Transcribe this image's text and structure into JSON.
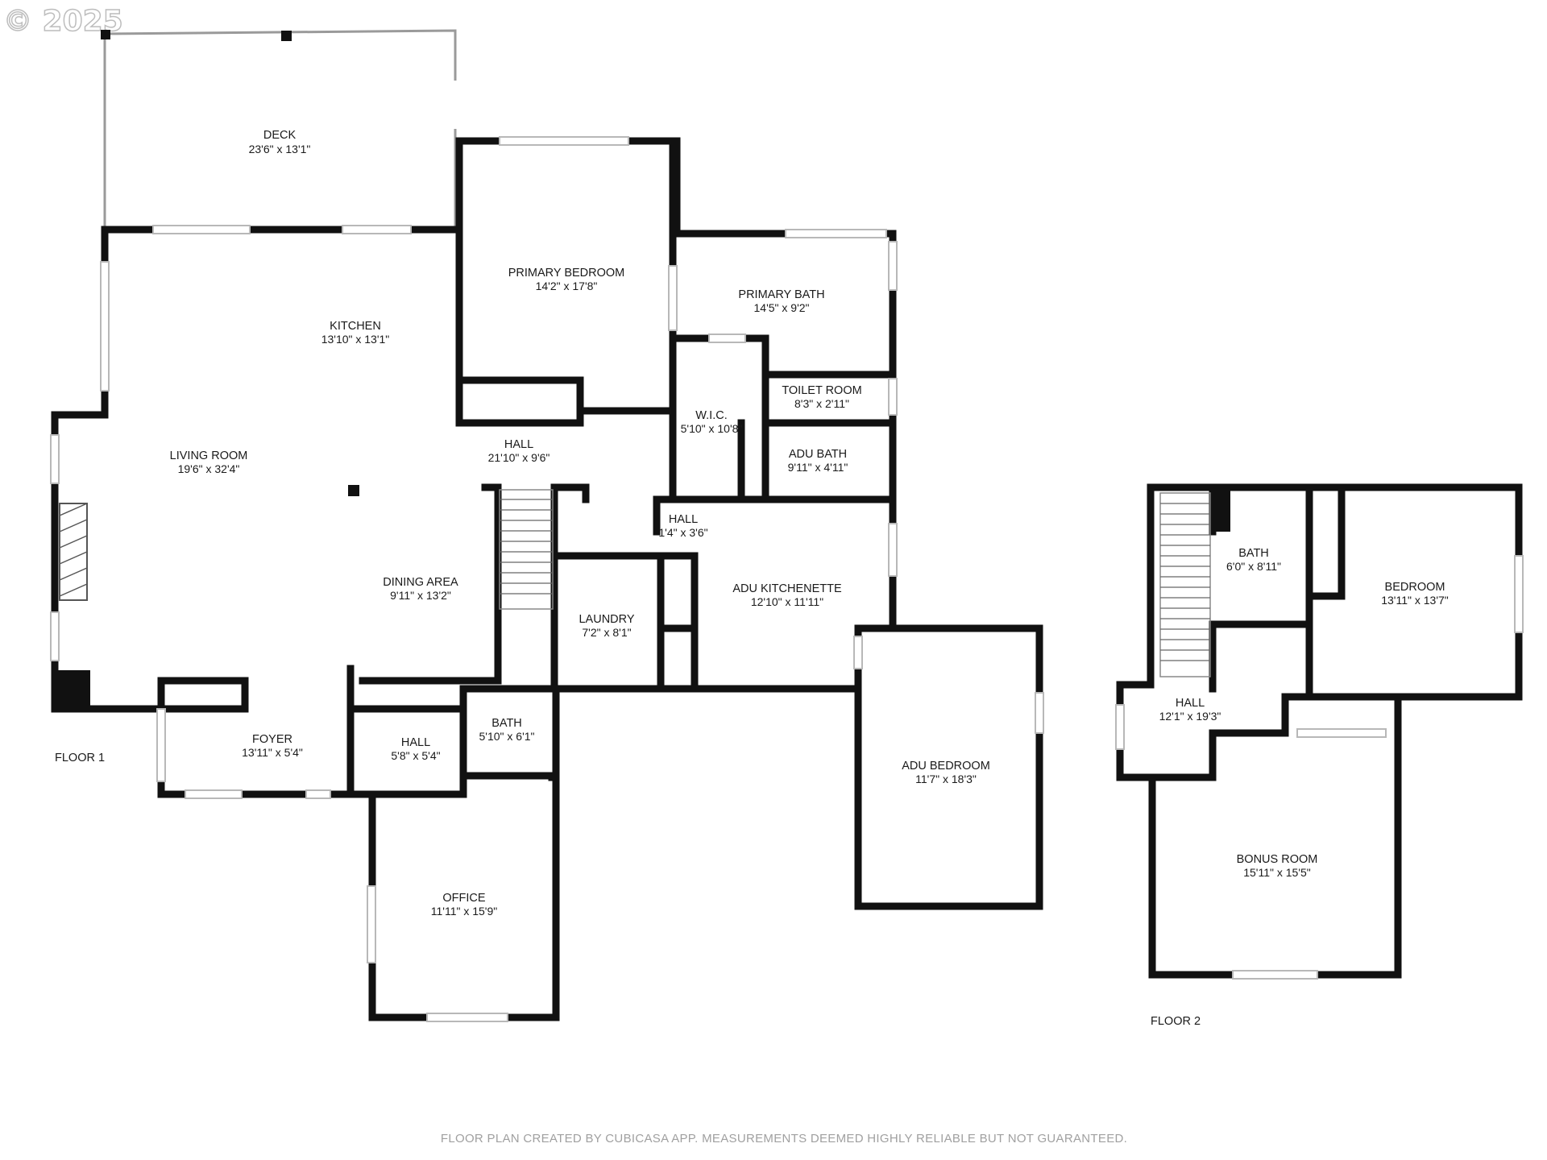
{
  "watermark": "© 2025",
  "footer": "FLOOR PLAN CREATED BY CUBICASA APP. MEASUREMENTS DEEMED HIGHLY RELIABLE BUT NOT GUARANTEED.",
  "floors": [
    {
      "label": "FLOOR 1"
    },
    {
      "label": "FLOOR 2"
    }
  ],
  "rooms": {
    "deck": {
      "name": "DECK",
      "dims": "23'6\" x 13'1\""
    },
    "primary_bedroom": {
      "name": "PRIMARY BEDROOM",
      "dims": "14'2\" x 17'8\""
    },
    "primary_bath": {
      "name": "PRIMARY BATH",
      "dims": "14'5\" x 9'2\""
    },
    "kitchen": {
      "name": "KITCHEN",
      "dims": "13'10\" x 13'1\""
    },
    "toilet_room": {
      "name": "TOILET ROOM",
      "dims": "8'3\" x 2'11\""
    },
    "wic": {
      "name": "W.I.C.",
      "dims": "5'10\" x 10'8\""
    },
    "living_room": {
      "name": "LIVING ROOM",
      "dims": "19'6\" x 32'4\""
    },
    "hall_main": {
      "name": "HALL",
      "dims": "21'10\" x 9'6\""
    },
    "adu_bath": {
      "name": "ADU BATH",
      "dims": "9'11\" x 4'11\""
    },
    "hall_small": {
      "name": "HALL",
      "dims": "1'4\" x 3'6\""
    },
    "dining_area": {
      "name": "DINING AREA",
      "dims": "9'11\" x 13'2\""
    },
    "adu_kitchenette": {
      "name": "ADU KITCHENETTE",
      "dims": "12'10\" x 11'11\""
    },
    "laundry": {
      "name": "LAUNDRY",
      "dims": "7'2\" x 8'1\""
    },
    "foyer": {
      "name": "FOYER",
      "dims": "13'11\" x 5'4\""
    },
    "hall_foyer": {
      "name": "HALL",
      "dims": "5'8\" x 5'4\""
    },
    "bath_f1": {
      "name": "BATH",
      "dims": "5'10\" x 6'1\""
    },
    "adu_bedroom": {
      "name": "ADU BEDROOM",
      "dims": "11'7\" x 18'3\""
    },
    "office": {
      "name": "OFFICE",
      "dims": "11'11\" x 15'9\""
    },
    "bath_f2": {
      "name": "BATH",
      "dims": "6'0\" x 8'11\""
    },
    "bedroom_f2": {
      "name": "BEDROOM",
      "dims": "13'11\" x 13'7\""
    },
    "hall_f2": {
      "name": "HALL",
      "dims": "12'1\" x 19'3\""
    },
    "bonus_room": {
      "name": "BONUS ROOM",
      "dims": "15'11\" x 15'5\""
    }
  }
}
